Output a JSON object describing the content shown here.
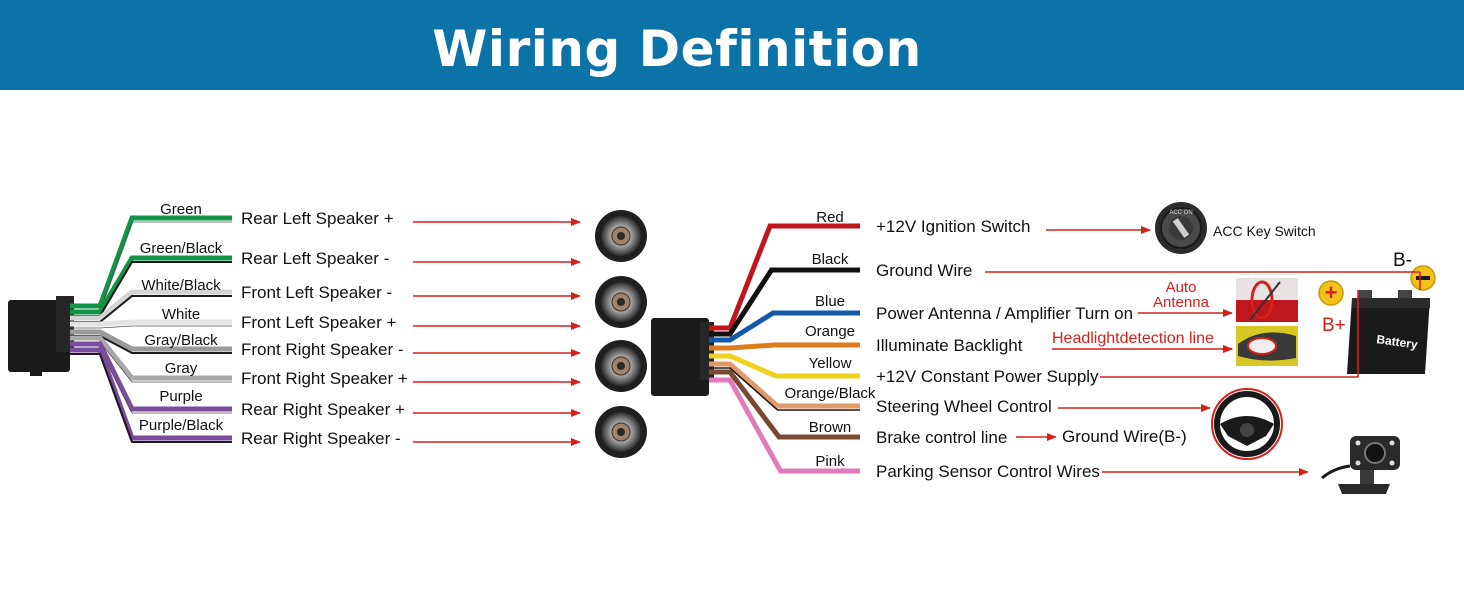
{
  "title": "Wiring Definition",
  "left_harness": [
    {
      "wire": "Green",
      "function": "Rear Left Speaker +",
      "color": "#119447"
    },
    {
      "wire": "Green/Black",
      "function": "Rear Left Speaker -",
      "color": "#119447"
    },
    {
      "wire": "White/Black",
      "function": "Front Left Speaker -",
      "color": "#d4d4d4"
    },
    {
      "wire": "White",
      "function": "Front Left Speaker +",
      "color": "#e4e4e4"
    },
    {
      "wire": "Gray/Black",
      "function": "Front Right Speaker -",
      "color": "#9a9a9a"
    },
    {
      "wire": "Gray",
      "function": "Front Right Speaker +",
      "color": "#a8a8a8"
    },
    {
      "wire": "Purple",
      "function": "Rear Right Speaker +",
      "color": "#7a4a9c"
    },
    {
      "wire": "Purple/Black",
      "function": "Rear Right Speaker -",
      "color": "#7a4a9c"
    }
  ],
  "right_harness": [
    {
      "wire": "Red",
      "function": "+12V Ignition Switch",
      "color": "#c0151b"
    },
    {
      "wire": "Black",
      "function": "Ground Wire",
      "color": "#111111"
    },
    {
      "wire": "Blue",
      "function": "Power Antenna / Amplifier Turn on",
      "color": "#1259a8"
    },
    {
      "wire": "Orange",
      "function": "Illuminate Backlight",
      "color": "#e07a1a"
    },
    {
      "wire": "Yellow",
      "function": "+12V Constant Power Supply",
      "color": "#f0d21c"
    },
    {
      "wire": "Orange/Black",
      "function": "Steering Wheel Control",
      "color": "#e39a6a"
    },
    {
      "wire": "Brown",
      "function": "Brake control line",
      "color": "#7a4a30"
    },
    {
      "wire": "Pink",
      "function": "Parking Sensor Control Wires",
      "color": "#e07ab8"
    }
  ],
  "annotations": {
    "acc_key_switch": "ACC Key Switch",
    "auto_antenna": "Auto\nAntenna",
    "auto_antenna_line1": "Auto",
    "auto_antenna_line2": "Antenna",
    "headlight_detection": "Headlightdetection line",
    "ground_wire_b": "Ground Wire(B-)",
    "b_minus": "B-",
    "b_plus": "B+",
    "battery": "Battery",
    "plus_symbol": "+",
    "minus_symbol": "-"
  },
  "colors": {
    "header_bg": "#0b73a8",
    "arrow": "#d6201c",
    "battery_terminal": "#f2c21c"
  },
  "icons": [
    "speaker-icon",
    "acc-key-switch-icon",
    "auto-antenna-icon",
    "headlight-icon",
    "battery-icon",
    "steering-wheel-icon",
    "reverse-camera-icon"
  ]
}
